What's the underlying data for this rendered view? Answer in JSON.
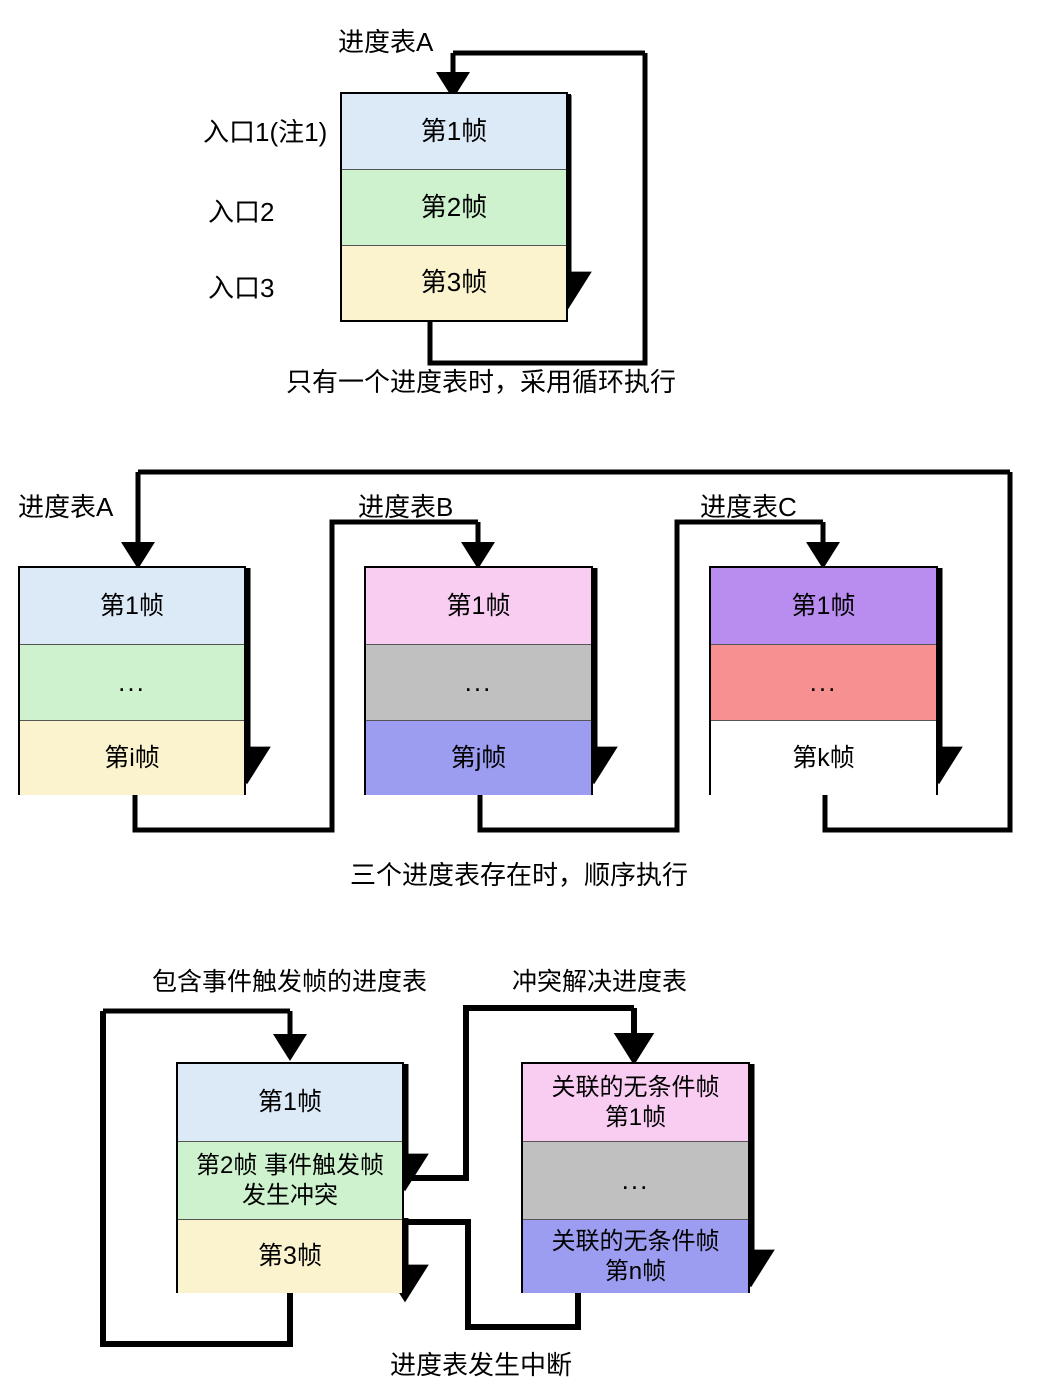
{
  "diagram": {
    "title_note": "Schedule table execution flow diagram",
    "colors": {
      "blue": "#dce9f7",
      "green": "#cdf2cd",
      "yellow": "#faf3cd",
      "pink": "#f9ccf2",
      "gray": "#c0c0c0",
      "periwinkle": "#9c9cf0",
      "purple": "#b98cf0",
      "salmon": "#f79191",
      "white": "#ffffff",
      "line": "#000000",
      "cell_divider": "#555555"
    }
  },
  "section_one": {
    "table_title": "进度表A",
    "entry_labels": [
      "入口1(注1)",
      "入口2",
      "入口3"
    ],
    "rows": [
      {
        "label": "第1帧",
        "fill": "blue"
      },
      {
        "label": "第2帧",
        "fill": "green"
      },
      {
        "label": "第3帧",
        "fill": "yellow"
      }
    ],
    "caption": "只有一个进度表时，采用循环执行"
  },
  "section_two": {
    "tables": [
      {
        "title": "进度表A",
        "rows": [
          {
            "label": "第1帧",
            "fill": "blue"
          },
          {
            "label": "...",
            "fill": "green"
          },
          {
            "label": "第i帧",
            "fill": "yellow"
          }
        ]
      },
      {
        "title": "进度表B",
        "rows": [
          {
            "label": "第1帧",
            "fill": "pink"
          },
          {
            "label": "...",
            "fill": "gray"
          },
          {
            "label": "第j帧",
            "fill": "periwinkle"
          }
        ]
      },
      {
        "title": "进度表C",
        "rows": [
          {
            "label": "第1帧",
            "fill": "purple"
          },
          {
            "label": "...",
            "fill": "salmon"
          },
          {
            "label": "第k帧",
            "fill": "white"
          }
        ]
      }
    ],
    "caption": "三个进度表存在时，顺序执行"
  },
  "section_three": {
    "tables": [
      {
        "title": "包含事件触发帧的进度表",
        "rows": [
          {
            "label": "第1帧",
            "fill": "blue"
          },
          {
            "label": "第2帧 事件触发帧\n发生冲突",
            "fill": "green"
          },
          {
            "label": "第3帧",
            "fill": "yellow"
          }
        ]
      },
      {
        "title": "冲突解决进度表",
        "rows": [
          {
            "label": "关联的无条件帧\n第1帧",
            "fill": "pink"
          },
          {
            "label": "...",
            "fill": "gray"
          },
          {
            "label": "关联的无条件帧\n第n帧",
            "fill": "periwinkle"
          }
        ]
      }
    ],
    "caption": "进度表发生中断"
  }
}
